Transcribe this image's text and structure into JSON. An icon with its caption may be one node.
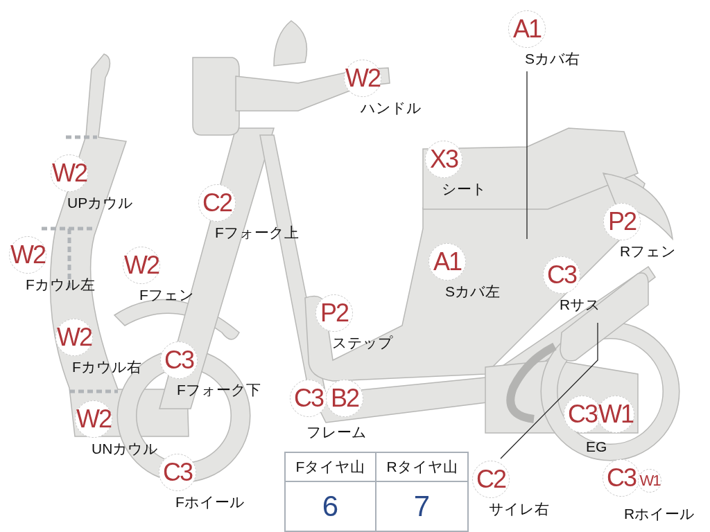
{
  "diagram": {
    "nodes": [
      {
        "text": [
          "W2"
        ],
        "beside": [
          "ハンドル"
        ]
      },
      {
        "text": [
          "A1"
        ],
        "beside": [
          "Sカバ右"
        ]
      },
      {
        "text": [
          "X3"
        ],
        "beside": [
          "シート"
        ]
      },
      {
        "text": [
          "W2"
        ],
        "beside": [
          "UPカウル"
        ]
      },
      {
        "text": [
          "C2"
        ],
        "beside": [
          "Fフォーク上"
        ]
      },
      {
        "text": [
          "P2"
        ],
        "beside": [
          "Rフェン"
        ]
      },
      {
        "text": [
          "W2"
        ],
        "beside": [
          "Fカウル左"
        ]
      },
      {
        "text": [
          "W2"
        ],
        "beside": [
          "Fフェン"
        ]
      },
      {
        "text": [
          "A1"
        ],
        "beside": [
          "Sカバ左"
        ]
      },
      {
        "text": [
          "C3"
        ],
        "beside": [
          "Rサス"
        ]
      },
      {
        "text": [
          "P2"
        ],
        "beside": [
          "ステップ"
        ]
      },
      {
        "text": [
          "W2"
        ],
        "beside": [
          "Fカウル右"
        ]
      },
      {
        "text": [
          "C3"
        ],
        "beside": [
          "Fフォーク下"
        ]
      },
      {
        "text": [
          "C3"
        ]
      },
      {
        "text": [
          "B2"
        ]
      },
      {
        "text": [
          "W2"
        ],
        "beside": [
          "UNカウル"
        ]
      },
      {
        "text": [
          "C3"
        ]
      },
      {
        "text": [
          "W1"
        ]
      },
      {
        "text": [
          "C3"
        ],
        "beside": [
          "Fホイール"
        ]
      },
      {
        "text": [
          "C2"
        ],
        "beside": [
          "サイレ右"
        ]
      },
      {
        "text": [
          "C3"
        ]
      },
      {
        "text": [
          "W1"
        ]
      }
    ],
    "edges": [
      {
        "from": 1,
        "to": null,
        "arrow": "none"
      },
      {
        "from": 19,
        "to": null,
        "arrow": "none"
      }
    ],
    "labels": [
      "フレーム",
      "EG",
      "Rホイール",
      "Fタイヤ山",
      "Rタイヤ山",
      "6",
      "7"
    ]
  }
}
